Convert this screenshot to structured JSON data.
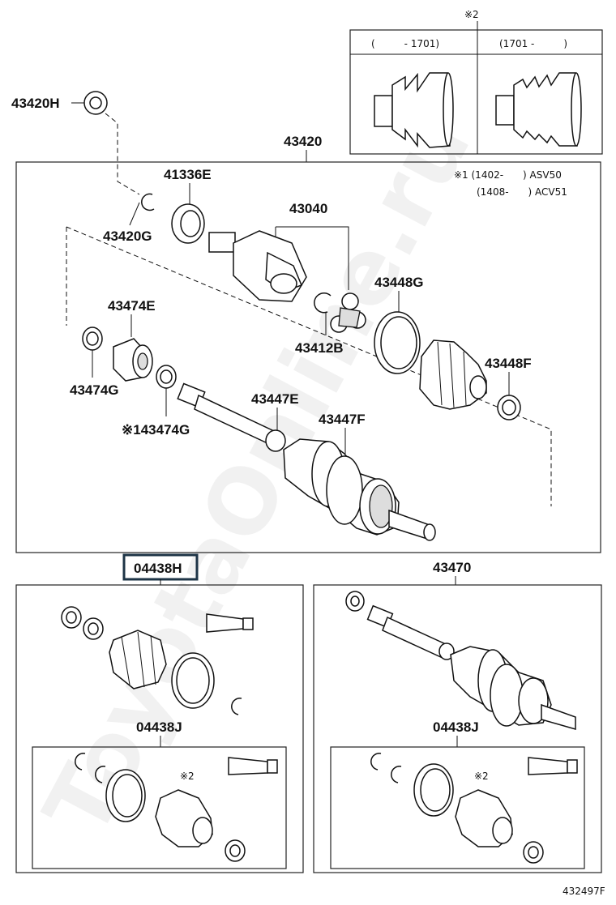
{
  "callouts": {
    "p43420H": "43420H",
    "p43420": "43420",
    "p41336E": "41336E",
    "p43040": "43040",
    "p43420G": "43420G",
    "p43448G": "43448G",
    "p43474E": "43474E",
    "p43412B": "43412B",
    "p43448F": "43448F",
    "p43474G_a": "43474G",
    "p43447E": "43447E",
    "p43447F": "43447F",
    "p43474G_b": "※143474G",
    "p04438H": "04438H",
    "p43470": "43470",
    "p04438J_left": "04438J",
    "p04438J_right": "04438J"
  },
  "notes": {
    "mark2_top": "※2",
    "mark2_left": "※2",
    "mark2_right": "※2",
    "inset_left_header": "(　　　- 1701)",
    "inset_right_header": "(1701 -　　　)",
    "applicability_line1": "※1 (1402-　　) ASV50",
    "applicability_line2": "(1408-　　) ACV51"
  },
  "figure_code": "432497F",
  "watermark": "ToyotaOnline.ru",
  "colors": {
    "ink": "#111111",
    "highlight_border": "#1d3446"
  }
}
